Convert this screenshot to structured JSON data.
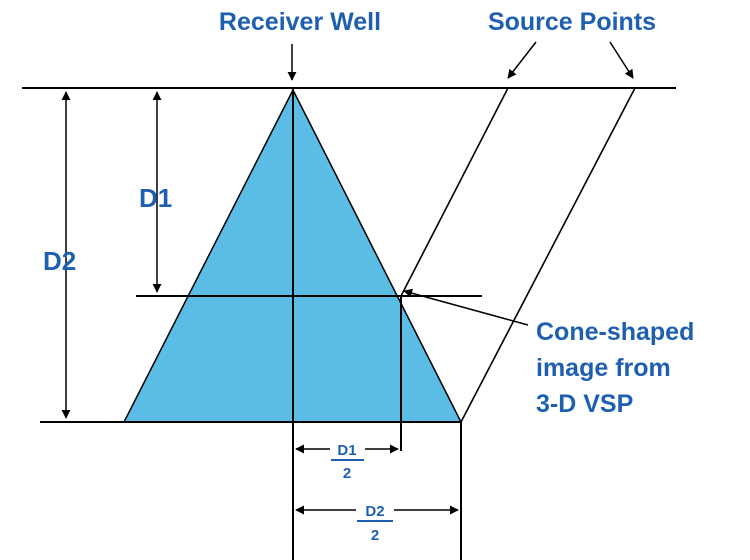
{
  "labels": {
    "receiver_well": "Receiver Well",
    "source_points": "Source Points",
    "d1": "D1",
    "d2": "D2",
    "cone_line1": "Cone-shaped",
    "cone_line2": "image from",
    "cone_line3": "3-D VSP",
    "frac_d1_num": "D1",
    "frac_d1_den": "2",
    "frac_d2_num": "D2",
    "frac_d2_den": "2"
  },
  "colors": {
    "cone_fill": "#5bbde5",
    "label_text": "#1f5fb0",
    "line": "#000000"
  }
}
